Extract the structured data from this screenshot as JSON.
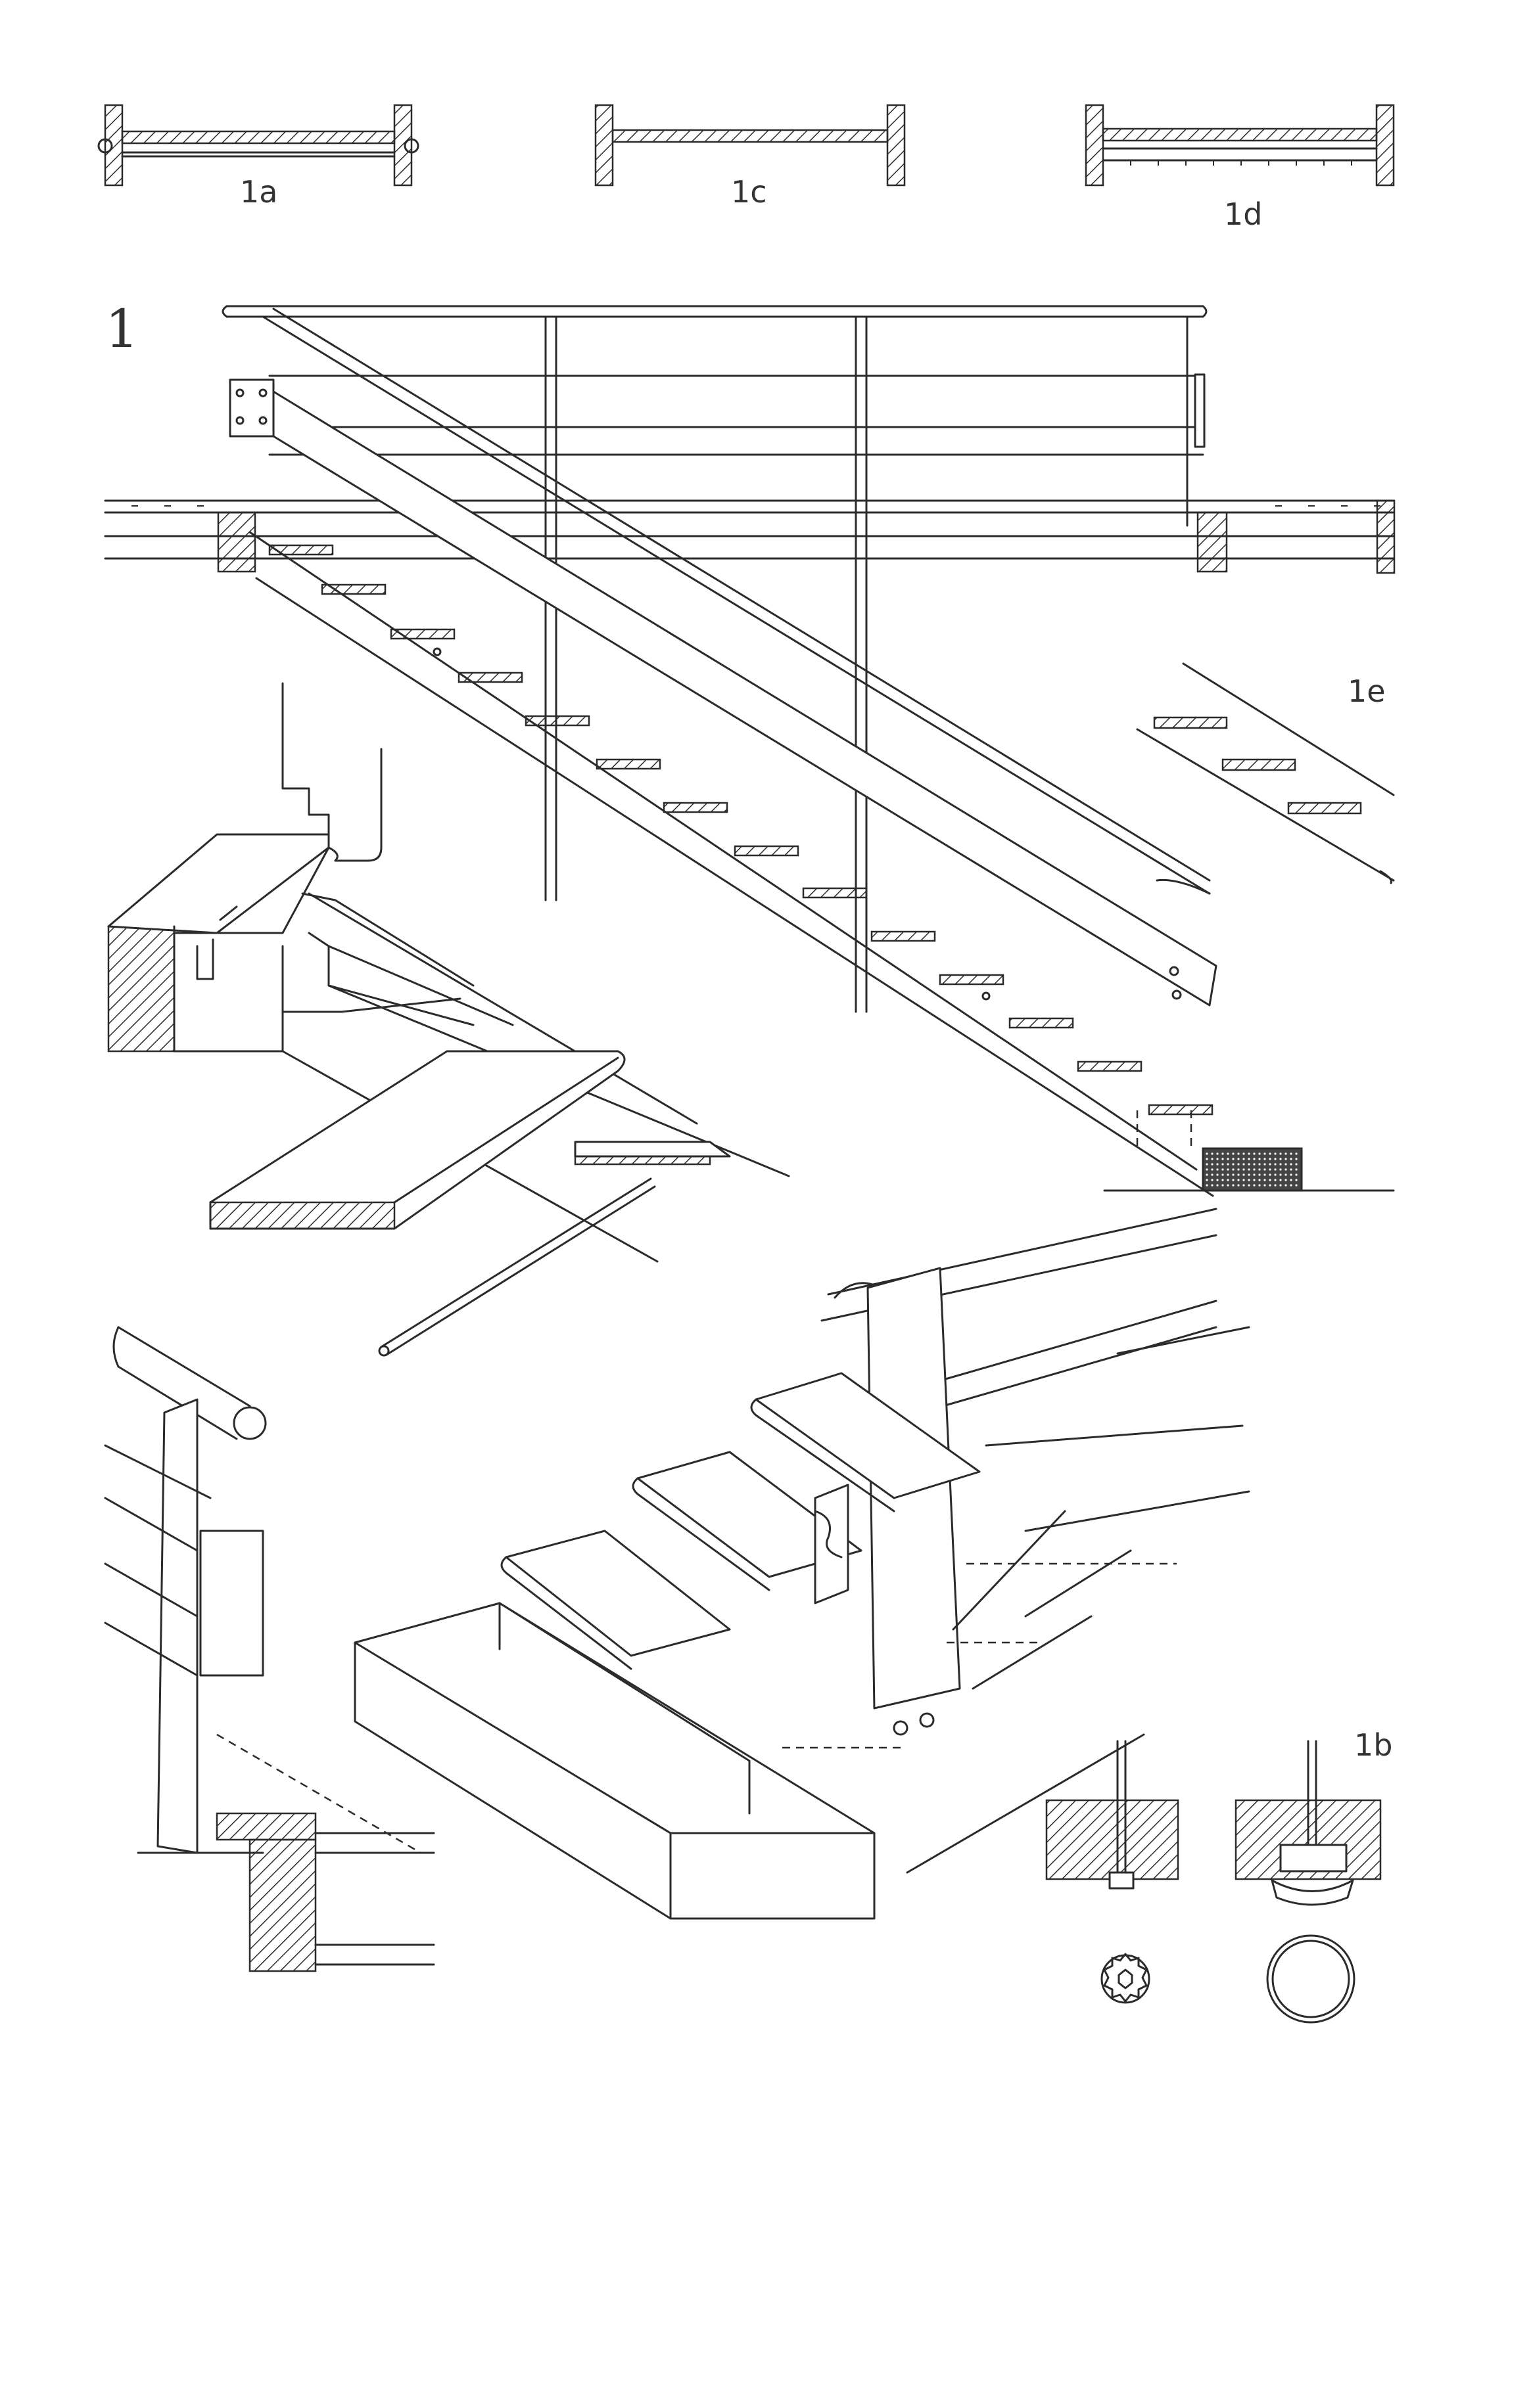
{
  "labels": {
    "fig_1": "1",
    "fig_1a": "1a",
    "fig_1b": "1b",
    "fig_1c": "1c",
    "fig_1d": "1d",
    "fig_1e": "1e"
  },
  "colors": {
    "ink": "#2b2b2b",
    "paper": "#ffffff"
  }
}
